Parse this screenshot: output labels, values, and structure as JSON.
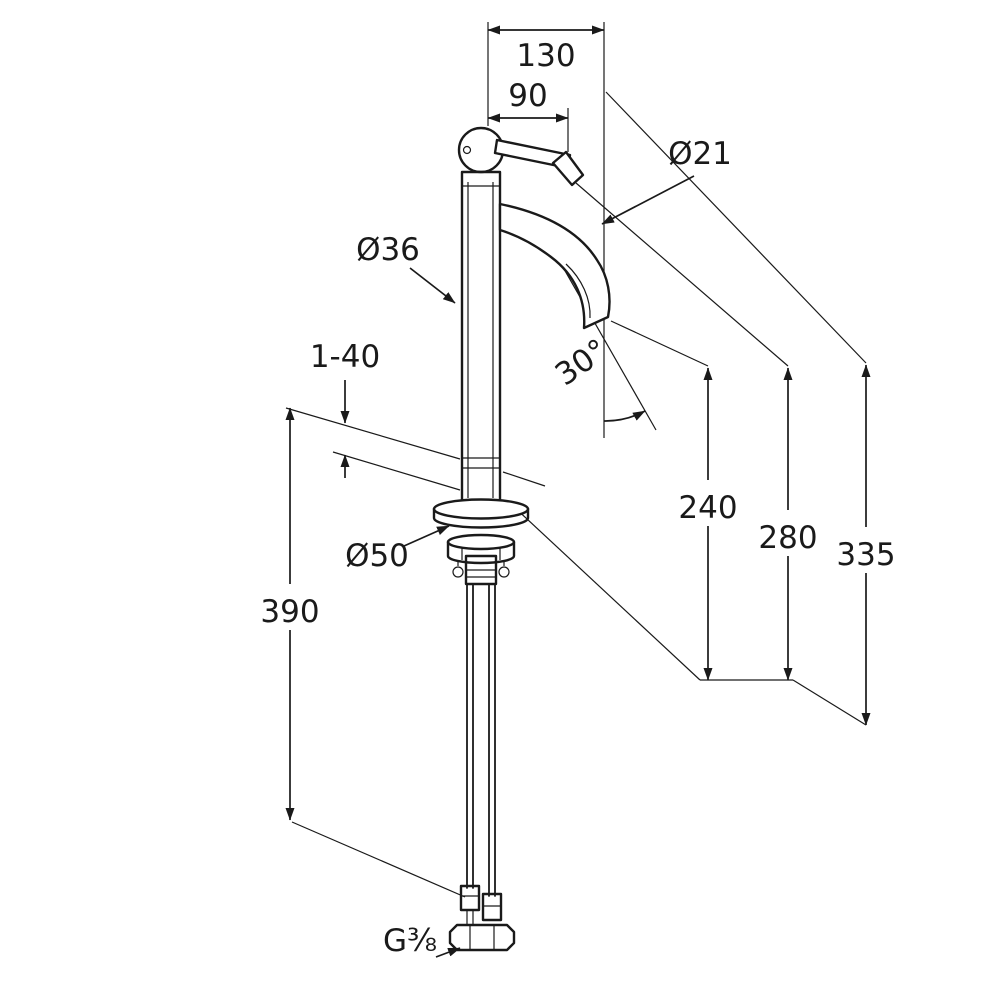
{
  "drawing": {
    "subject": "tall single-lever basin mixer tap - dimensioned side elevation",
    "colors": {
      "background": "#ffffff",
      "line": "#1a1a1a"
    }
  },
  "labels": {
    "dim_width_full": "130",
    "dim_width_handle": "90",
    "dia_spout": "Ø21",
    "dia_body": "Ø36",
    "dim_mounting_thickness": "1-40",
    "angle_spout": "30°",
    "dim_height_spout": "240",
    "dim_height_handle": "280",
    "dim_height_total": "335",
    "dia_base": "Ø50",
    "dim_length_below": "390",
    "thread_connection": "G⅜"
  }
}
